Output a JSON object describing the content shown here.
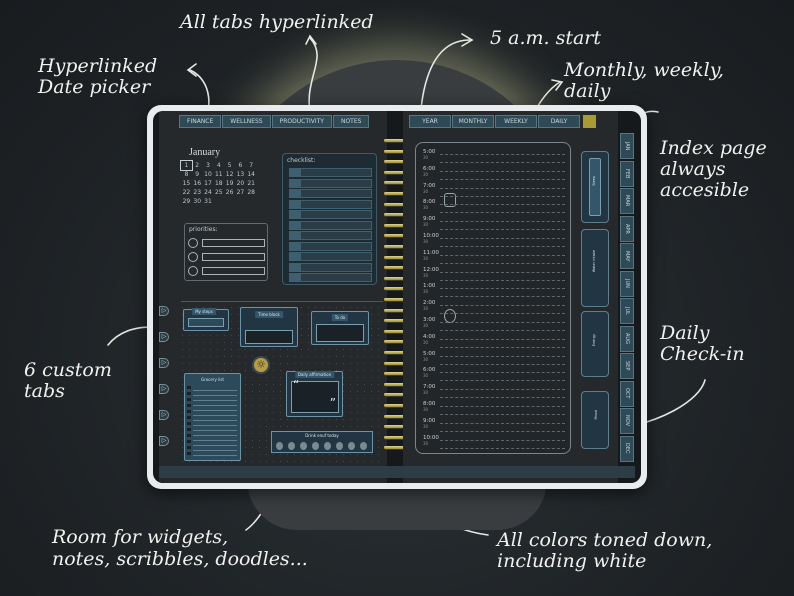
{
  "annotations": {
    "all_tabs": "All tabs hyperlinked",
    "start_5am": "5 a.m. start",
    "date_picker_line1": "Hyperlinked",
    "date_picker_line2": "Date picker",
    "monthly_line1": "Monthly, weekly,",
    "monthly_line2": "daily",
    "index_line1": "Index page",
    "index_line2": "always",
    "index_line3": "accesible",
    "custom_tabs_line1": "6 custom",
    "custom_tabs_line2": "tabs",
    "checkin_line1": "Daily",
    "checkin_line2": "Check-in",
    "widgets_line1": "Room for widgets,",
    "widgets_line2": "notes, scribbles, doodles...",
    "colors_line1": "All colors toned down,",
    "colors_line2": "including white"
  },
  "left_tabs": [
    "FINANCE",
    "WELLNESS",
    "PRODUCTIVITY",
    "NOTES"
  ],
  "right_tabs": [
    "YEAR",
    "MONTHLY",
    "WEEKLY",
    "DAILY"
  ],
  "calendar": {
    "month": "January",
    "days": [
      "1",
      "2",
      "3",
      "4",
      "5",
      "6",
      "7",
      "8",
      "9",
      "10",
      "11",
      "12",
      "13",
      "14",
      "15",
      "16",
      "17",
      "18",
      "19",
      "20",
      "21",
      "22",
      "23",
      "24",
      "25",
      "26",
      "27",
      "28",
      "29",
      "30",
      "31"
    ]
  },
  "widgets": {
    "checklist": "checklist:",
    "priorities": "priorities:",
    "my_steps": "My steps",
    "time_block": "Time block",
    "to_do": "To do",
    "grocery": "Grocery list",
    "affirmation": "Daily affirmation",
    "water": "Drink enuf today",
    "quote_open": "“",
    "quote_close": "”",
    "sleep": "Sleep",
    "water_intake": "Water intake",
    "energy": "Energy",
    "mood": "Mood"
  },
  "hours": [
    "5:00",
    "6:00",
    "7:00",
    "8:00",
    "9:00",
    "10:00",
    "11:00",
    "12:00",
    "1:00",
    "2:00",
    "3:00",
    "4:00",
    "5:00",
    "6:00",
    "7:00",
    "8:00",
    "9:00",
    "10:00"
  ],
  "half_label": "30",
  "months": [
    "JAN",
    "FEB",
    "MAR",
    "APR",
    "MAY",
    "JUN",
    "JUL",
    "AUG",
    "SEP",
    "OCT",
    "NOV",
    "DEC"
  ]
}
